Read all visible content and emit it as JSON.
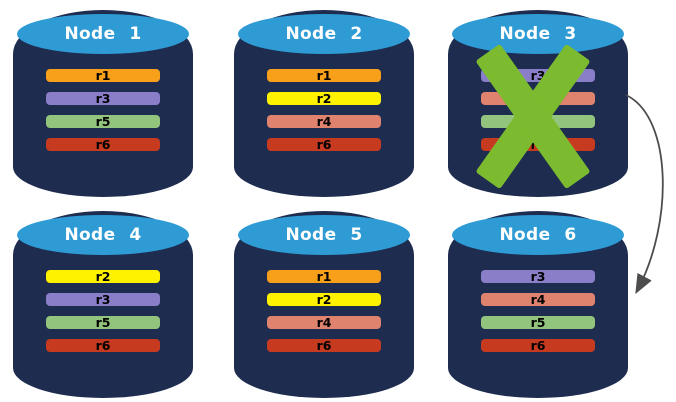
{
  "palette": {
    "background": "#FFFFFF",
    "cylinder_body": "#1D2C4F",
    "cylinder_top": "#2E9BD5",
    "title_text": "#FFFFFF",
    "record_text": "#000000",
    "failure_x": "#7CBB2F",
    "arrow": "#4D4D4D"
  },
  "record_palette": {
    "r1": "#F9A01B",
    "r2": "#FEF200",
    "r3": "#8B7EC8",
    "r4": "#DF826E",
    "r5": "#93C47D",
    "r6": "#C63A20"
  },
  "nodes": [
    {
      "title": "Node 1",
      "records": [
        {
          "label": "r1",
          "color": "#F9A01B"
        },
        {
          "label": "r3",
          "color": "#8B7EC8"
        },
        {
          "label": "r5",
          "color": "#93C47D"
        },
        {
          "label": "r6",
          "color": "#C63A20"
        }
      ]
    },
    {
      "title": "Node 2",
      "records": [
        {
          "label": "r1",
          "color": "#F9A01B"
        },
        {
          "label": "r2",
          "color": "#FEF200"
        },
        {
          "label": "r4",
          "color": "#DF826E"
        },
        {
          "label": "r6",
          "color": "#C63A20"
        }
      ]
    },
    {
      "title": "Node 3",
      "failed": true,
      "records": [
        {
          "label": "r3",
          "color": "#8B7EC8"
        },
        {
          "label": "r4",
          "color": "#DF826E"
        },
        {
          "label": "r5",
          "color": "#93C47D"
        },
        {
          "label": "r6",
          "color": "#C63A20"
        }
      ]
    },
    {
      "title": "Node 4",
      "records": [
        {
          "label": "r2",
          "color": "#FEF200"
        },
        {
          "label": "r3",
          "color": "#8B7EC8"
        },
        {
          "label": "r5",
          "color": "#93C47D"
        },
        {
          "label": "r6",
          "color": "#C63A20"
        }
      ]
    },
    {
      "title": "Node 5",
      "records": [
        {
          "label": "r1",
          "color": "#F9A01B"
        },
        {
          "label": "r2",
          "color": "#FEF200"
        },
        {
          "label": "r4",
          "color": "#DF826E"
        },
        {
          "label": "r6",
          "color": "#C63A20"
        }
      ]
    },
    {
      "title": "Node 6",
      "records": [
        {
          "label": "r3",
          "color": "#8B7EC8"
        },
        {
          "label": "r4",
          "color": "#DF826E"
        },
        {
          "label": "r5",
          "color": "#93C47D"
        },
        {
          "label": "r6",
          "color": "#C63A20"
        }
      ]
    }
  ],
  "annotations": {
    "failure_x_on": "Node 3",
    "arrow_from": "Node 3",
    "arrow_to": "Node 6"
  }
}
